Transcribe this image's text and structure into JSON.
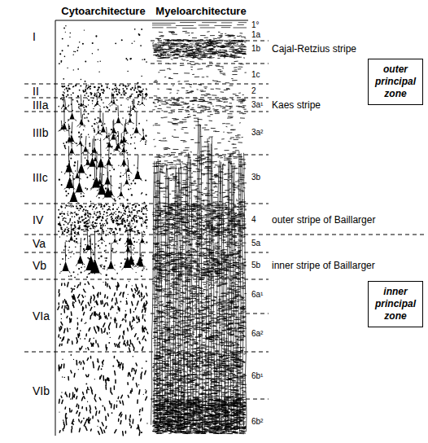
{
  "diagram": {
    "nodes": [
      {
        "text": [
          "outer principal zone"
        ]
      },
      {
        "text": [
          "inner principal zone"
        ]
      }
    ],
    "labels": [
      "Cytoarchitecture",
      "Myeloarchitecture",
      "I",
      "II",
      "IIIa",
      "IIIb",
      "IIIc",
      "IV",
      "Va",
      "Vb",
      "VIa",
      "VIb",
      "1°",
      "1a",
      "1b",
      "1c",
      "2",
      "3a¹",
      "3a²",
      "3b",
      "4",
      "5a",
      "5b",
      "6a¹",
      "6a²",
      "6b¹",
      "6b²",
      "Cajal-Retzius stripe",
      "Kaes stripe",
      "outer stripe of Baillarger",
      "inner stripe of Baillarger"
    ]
  }
}
